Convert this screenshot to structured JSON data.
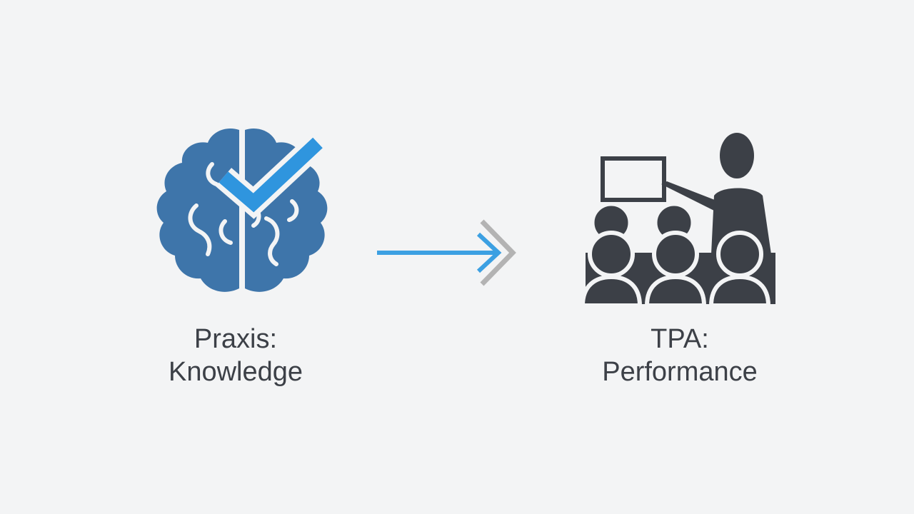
{
  "left": {
    "icon": "brain-check-icon",
    "line1": "Praxis:",
    "line2": "Knowledge"
  },
  "connector": {
    "icon": "arrow-right-icon"
  },
  "right": {
    "icon": "teacher-presenting-icon",
    "line1": "TPA:",
    "line2": "Performance"
  },
  "colors": {
    "brain": "#3e75aa",
    "check": "#2f95de",
    "arrow": "#3ca0e2",
    "chevron": "#b3b3b3",
    "figures": "#3c4047",
    "background": "#f3f4f5"
  }
}
